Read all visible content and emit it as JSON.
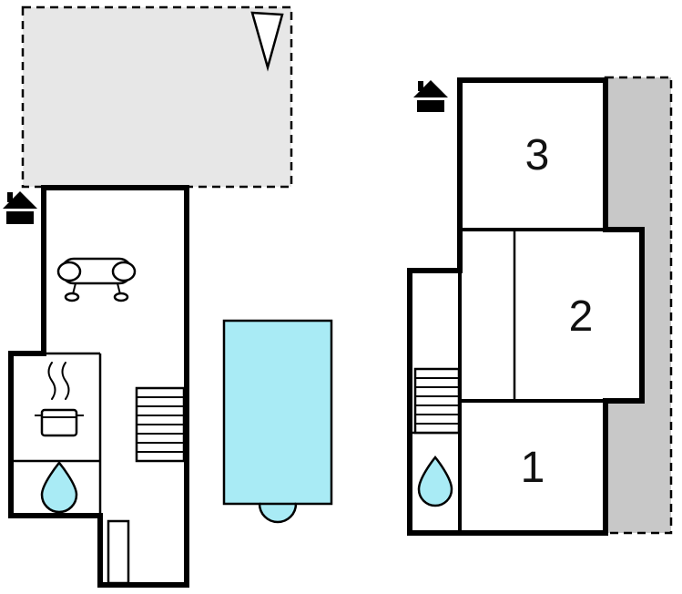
{
  "page": {
    "description": "Two-level holiday home floor plan with pool, terrace, stairs and bathrooms"
  },
  "colors": {
    "background": "#ffffff",
    "wall": "#000000",
    "room_fill": "#ffffff",
    "terrace_fill": "#e7e7e7",
    "roof_fill": "#c8c8c8",
    "water_fill": "#a9ebf5",
    "label": "#111111"
  },
  "ground_floor": {
    "features": [
      {
        "name": "terrace",
        "icon": "dashed-area"
      },
      {
        "name": "north-arrow",
        "icon": "north-arrow-icon"
      },
      {
        "name": "entrance",
        "icon": "house-icon"
      },
      {
        "name": "living-room",
        "icon": "sofa-icon"
      },
      {
        "name": "kitchen",
        "icon": "cooking-pot-icon"
      },
      {
        "name": "stairs",
        "icon": "stairs-icon"
      },
      {
        "name": "bathroom",
        "icon": "water-drop-icon"
      },
      {
        "name": "pool",
        "icon": "pool-shape"
      },
      {
        "name": "radiator",
        "icon": "radiator-shape"
      }
    ]
  },
  "upper_floor": {
    "rooms": [
      {
        "number": "3"
      },
      {
        "number": "2"
      },
      {
        "number": "1"
      }
    ],
    "features": [
      {
        "name": "entrance",
        "icon": "house-icon"
      },
      {
        "name": "stairs",
        "icon": "stairs-icon"
      },
      {
        "name": "bathroom",
        "icon": "water-drop-icon"
      },
      {
        "name": "roof-area",
        "icon": "dashed-gray-area"
      }
    ]
  }
}
